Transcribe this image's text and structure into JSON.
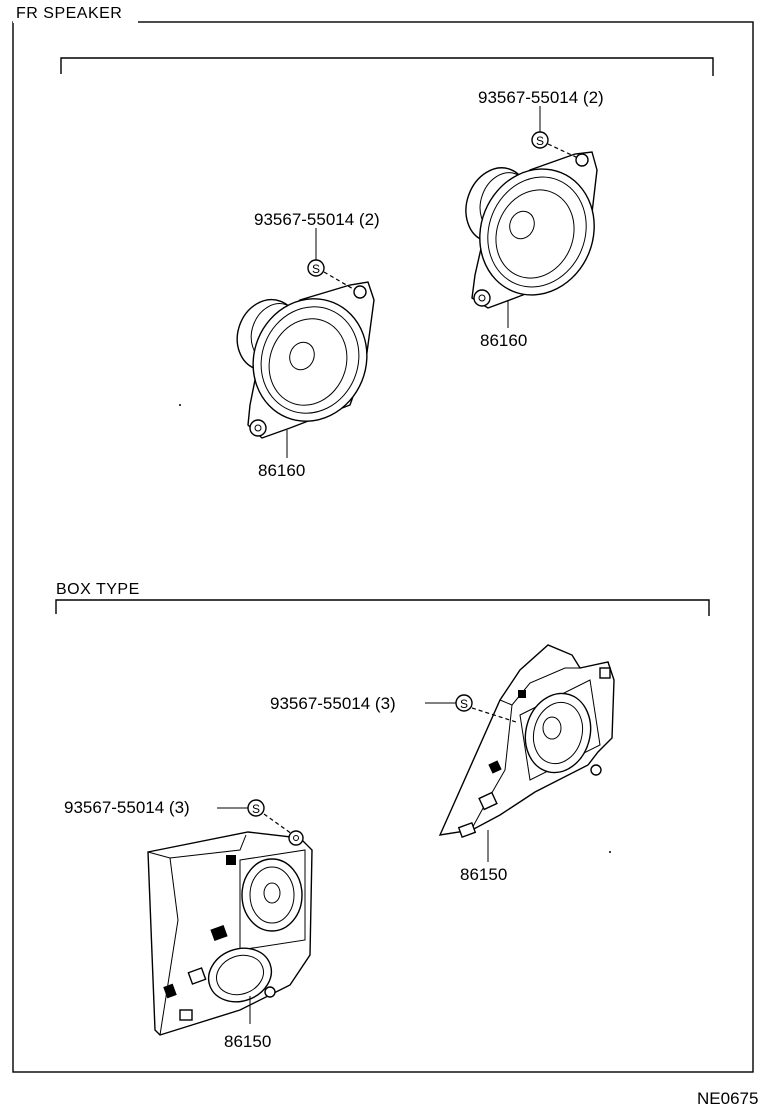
{
  "diagram": {
    "title": "FR SPEAKER",
    "section_box_type": "BOX TYPE",
    "figure_code": "NE0675",
    "labels": {
      "screw_top_right": "93567-55014 (2)",
      "screw_top_left": "93567-55014 (2)",
      "speaker_top_right": "86160",
      "speaker_top_left": "86160",
      "screw_box_right": "93567-55014 (3)",
      "screw_box_left": "93567-55014 (3)",
      "box_right": "86150",
      "box_left": "86150"
    },
    "screw_symbol": "S"
  }
}
